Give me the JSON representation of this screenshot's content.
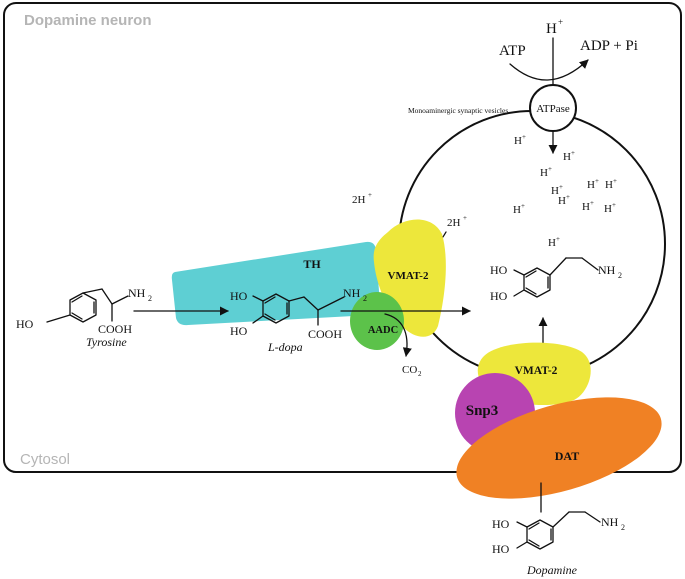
{
  "regions": {
    "neuron_label": "Dopamine neuron",
    "cytosol_label": "Cytosol"
  },
  "vesicle": {
    "label": "Monoaminergic synaptic vesicles",
    "atpase_label": "ATPase",
    "atp_label": "ATP",
    "adp_label": "ADP + Pi",
    "h_top": "H",
    "h_plus": "+",
    "protons": [
      "H",
      "H",
      "H",
      "H",
      "H",
      "H",
      "H",
      "H",
      "H",
      "H",
      "H"
    ]
  },
  "proteins": {
    "th": "TH",
    "vmat_upper": "VMAT-2",
    "vmat_lower": "VMAT-2",
    "aadc": "AADC",
    "snp3": "Snp3",
    "dat": "DAT"
  },
  "exchange": {
    "left": "2H",
    "right": "2H",
    "plus": "+"
  },
  "molecules": {
    "tyrosine": {
      "name": "Tyrosine",
      "ho": "HO",
      "nh": "NH",
      "sub2": "2",
      "cooh": "COOH"
    },
    "ldopa": {
      "name": "L-dopa",
      "ho1": "HO",
      "ho2": "HO",
      "nh": "NH",
      "sub2": "2",
      "cooh": "COOH"
    },
    "co2": {
      "text": "CO",
      "sub": "2"
    },
    "vesicle_dopamine": {
      "ho1": "HO",
      "ho2": "HO",
      "nh": "NH",
      "sub2": "2"
    },
    "dopamine": {
      "name": "Dopamine",
      "ho1": "HO",
      "ho2": "HO",
      "nh": "NH",
      "sub2": "2"
    }
  },
  "colors": {
    "th": "#5ecfd3",
    "vmat": "#ede73b",
    "aadc": "#5cc24a",
    "snp3": "#b844b1",
    "dat": "#f08124",
    "region_label": "#b5b5b5"
  }
}
